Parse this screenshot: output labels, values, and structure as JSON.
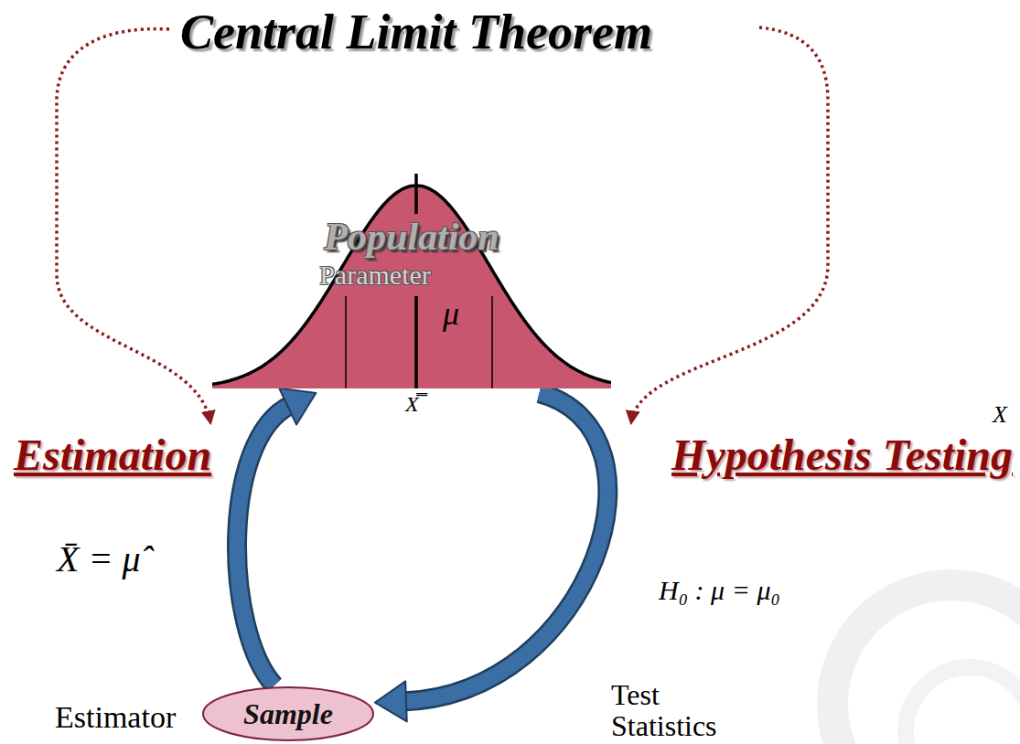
{
  "diagram": {
    "title": "Central Limit Theorem",
    "nodes": [
      {
        "text": [
          "Population",
          "Parameter",
          "μ"
        ]
      },
      {
        "text": [
          "Sample"
        ]
      }
    ],
    "edges": [
      {
        "from": 1,
        "to": 0,
        "arrow": "to"
      },
      {
        "from": 0,
        "to": 1,
        "arrow": "to"
      }
    ],
    "labels": [
      "X̿",
      "Estimation",
      "X̄ = μ̂",
      "Estimator",
      "Hypothesis Testing",
      "X",
      "H₀ : μ = μ₀",
      "Test Statistics"
    ]
  }
}
